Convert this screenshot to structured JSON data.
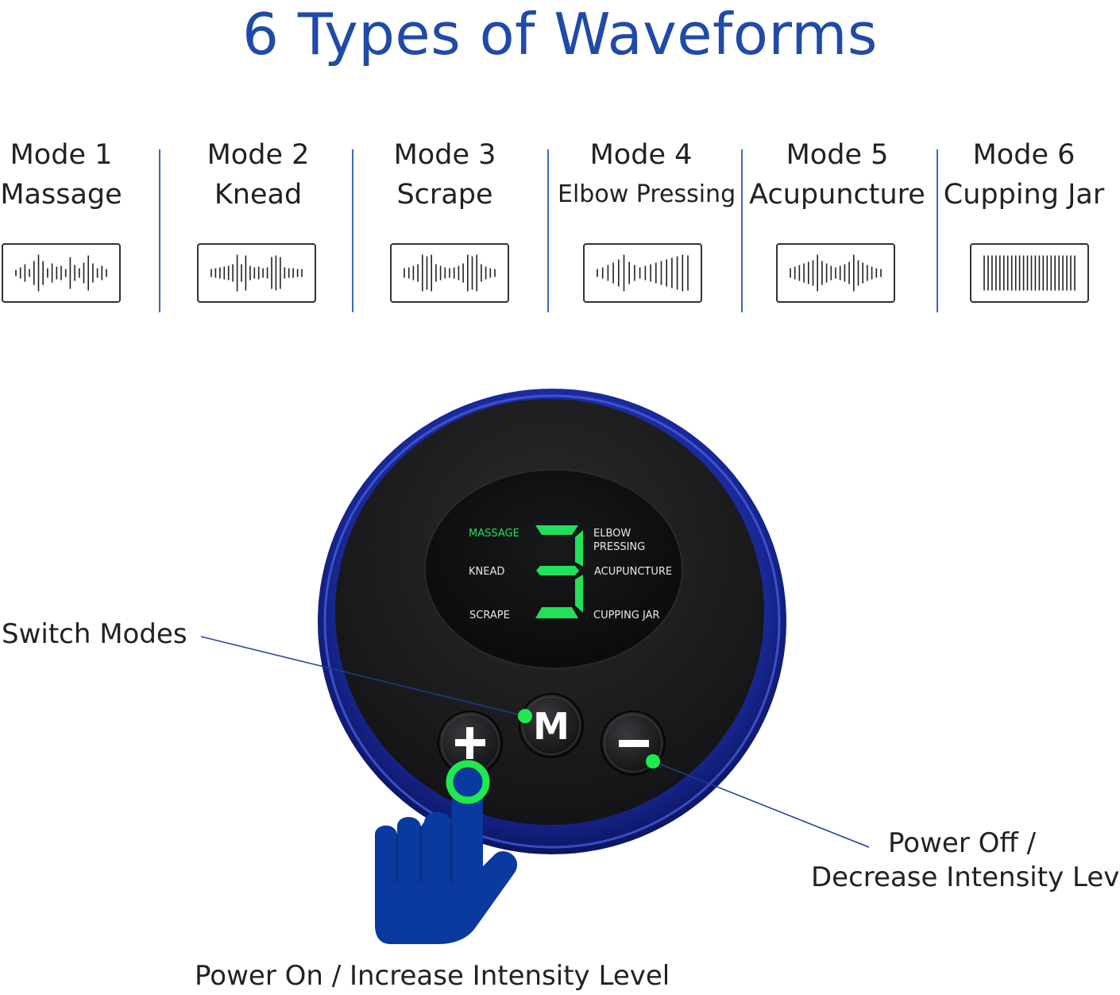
{
  "title": "6 Types of Waveforms",
  "modes": [
    {
      "number": "Mode 1",
      "name": "Massage"
    },
    {
      "number": "Mode 2",
      "name": "Knead"
    },
    {
      "number": "Mode 3",
      "name": "Scrape"
    },
    {
      "number": "Mode 4",
      "name": "Elbow Pressing"
    },
    {
      "number": "Mode 5",
      "name": "Acupuncture"
    },
    {
      "number": "Mode 6",
      "name": "Cupping Jar"
    }
  ],
  "device": {
    "display": {
      "digit": "3",
      "left_labels": [
        "MASSAGE",
        "KNEAD",
        "SCRAPE"
      ],
      "right_labels": [
        "ELBOW",
        "PRESSING",
        "ACUPUNCTURE",
        "CUPPING JAR"
      ],
      "active_label": "MASSAGE"
    },
    "buttons": {
      "plus": "+",
      "mode": "M",
      "minus": "−"
    }
  },
  "callouts": {
    "switch_modes": "Switch Modes",
    "power_off_line1": "Power Off /",
    "power_off_line2": "Decrease Intensity Level",
    "power_on": "Power On / Increase Intensity Level"
  },
  "colors": {
    "title_blue": "#1f4aa8",
    "divider_blue": "#3a6abf",
    "device_ring": "#1a2a9a",
    "device_face": "#1c1c1e",
    "lcd_green": "#22e05a",
    "hand_blue": "#0a3aa0",
    "indicator_green": "#1eea4e"
  },
  "icons": {
    "hand": "pointing-hand-icon",
    "waveform": "waveform-icon"
  }
}
